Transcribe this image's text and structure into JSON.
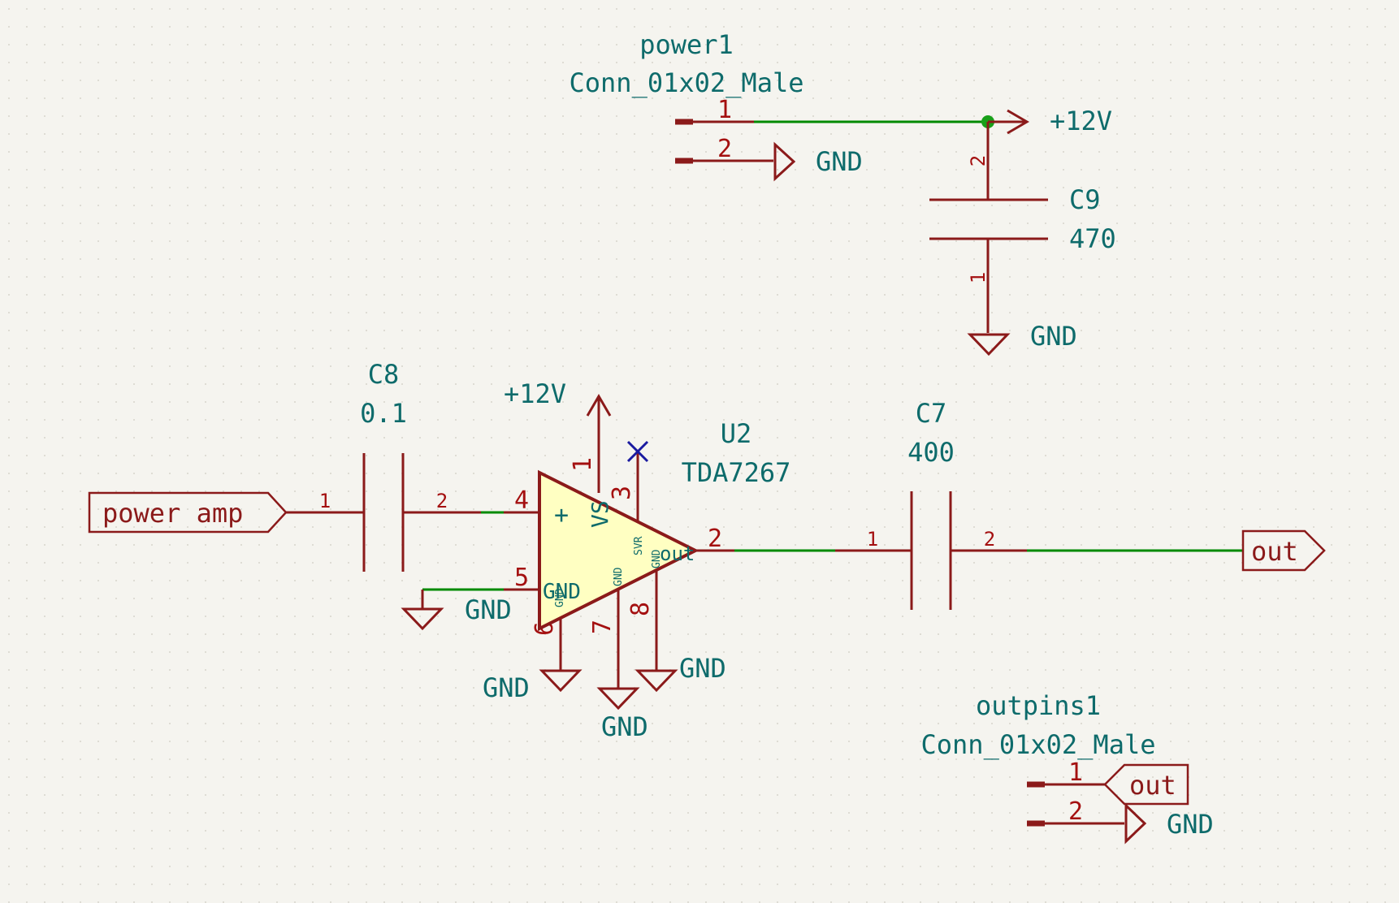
{
  "labels": {
    "power1_ref": "power1",
    "power1_value": "Conn_01x02_Male",
    "power1_pin1": "1",
    "power1_pin2": "2",
    "plus12v_top": "+12V",
    "gnd_power1": "GND",
    "c9_ref": "C9",
    "c9_value": "470",
    "c9_pin2": "2",
    "c9_pin1": "1",
    "gnd_c9": "GND",
    "c8_ref": "C8",
    "c8_value": "0.1",
    "c8_pin1": "1",
    "c8_pin2": "2",
    "plus12v_u2": "+12V",
    "u2_ref": "U2",
    "u2_value": "TDA7267",
    "u2_pin1": "1",
    "u2_pin2": "2",
    "u2_pin3": "3",
    "u2_pin4": "4",
    "u2_pin5": "5",
    "u2_pin6": "6",
    "u2_pin7": "7",
    "u2_pin8": "8",
    "u2_plus": "+",
    "u2_vs": "VS",
    "u2_out": "out",
    "u2_svr": "SVR",
    "u2_gnd_inner": "GND",
    "u2_gnd_small1": "GND",
    "u2_gnd_small2": "GND",
    "u2_gnd_small3": "GND",
    "gnd_pin5": "GND",
    "gnd_pin6": "GND",
    "gnd_pin7": "GND",
    "gnd_pin8": "GND",
    "c7_ref": "C7",
    "c7_value": "400",
    "c7_pin1": "1",
    "c7_pin2": "2",
    "label_power_amp": "power amp",
    "label_out_right": "out",
    "outpins1_ref": "outpins1",
    "outpins1_value": "Conn_01x02_Male",
    "outpins1_pin1": "1",
    "outpins1_pin2": "2",
    "label_out_conn": "out",
    "gnd_outpins1": "GND"
  },
  "colors": {
    "wire": "#008a00",
    "symbol": "#8b1a1a",
    "text": "#0e6b6b",
    "pin_number": "#a41010",
    "amp_fill": "#ffffc2",
    "junction": "#19a019",
    "no_connect": "#1a1aa0",
    "background": "#f5f4ef"
  }
}
